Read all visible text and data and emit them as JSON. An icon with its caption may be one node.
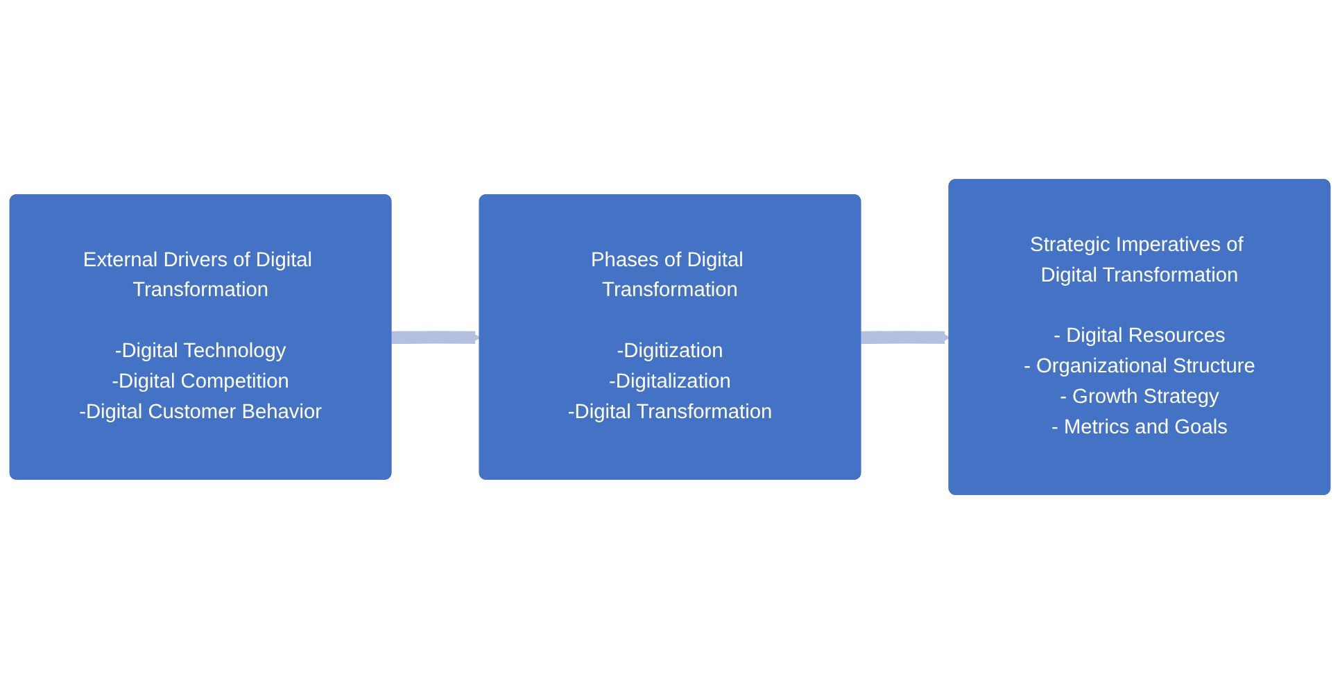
{
  "diagram": {
    "nodes": [
      {
        "text": [
          "External Drivers of Digital Transformation",
          "-Digital Technology",
          "-Digital Competition",
          "-Digital Customer Behavior"
        ]
      },
      {
        "text": [
          "Phases of Digital Transformation",
          "-Digitization",
          "-Digitalization",
          "-Digital Transformation"
        ]
      },
      {
        "text": [
          "Strategic Imperatives of Digital Transformation",
          "- Digital Resources",
          "- Organizational Structure",
          "- Growth Strategy",
          "- Metrics and Goals"
        ]
      }
    ],
    "edges": [
      {
        "from": 0,
        "to": 1,
        "arrow": "to"
      },
      {
        "from": 1,
        "to": 2,
        "arrow": "to"
      }
    ]
  }
}
